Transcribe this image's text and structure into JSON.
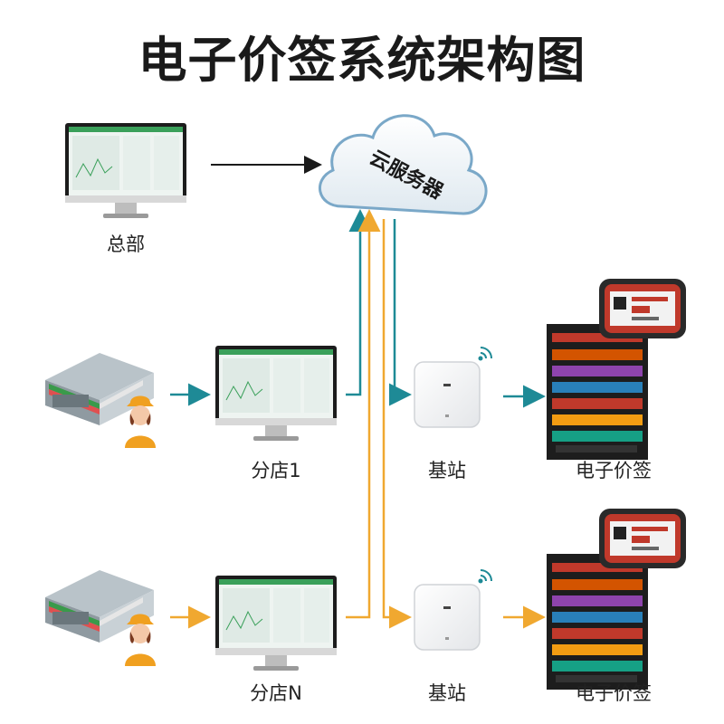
{
  "title": "电子价签系统架构图",
  "cloud": {
    "label": "云服务器"
  },
  "nodes": {
    "hq": "总部",
    "store1": "分店1",
    "storeN": "分店N",
    "base1": "基站",
    "baseN": "基站",
    "esl1": "电子价签",
    "eslN": "电子价签"
  },
  "colors": {
    "teal": "#1e8a96",
    "orange": "#f0a830",
    "black_arrow": "#1a1a1a",
    "monitor_screen": "#e8f2ee",
    "monitor_bar": "#3aa05a"
  }
}
